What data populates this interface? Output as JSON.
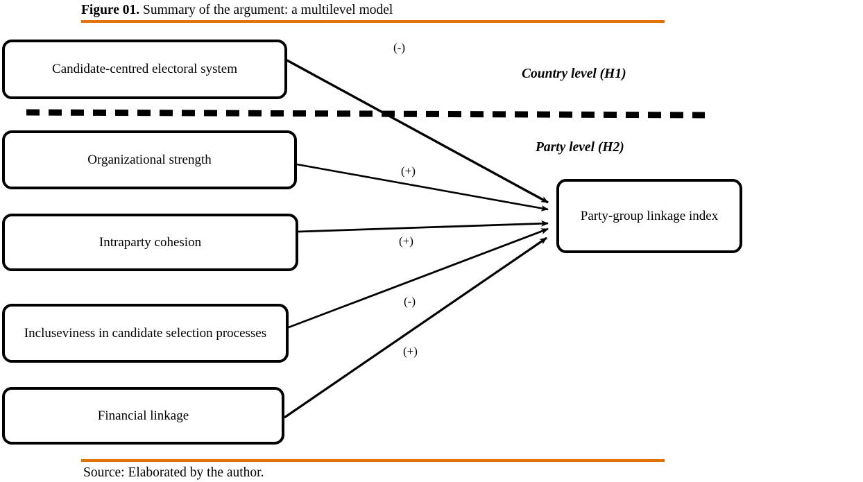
{
  "figure": {
    "caption_label": "Figure 01.",
    "caption_text": " Summary of the argument: a multilevel model",
    "source_note": "Source: Elaborated by the author.",
    "accent_color": "#E2730C",
    "line_color": "#000000",
    "background_color": "#FFFFFF"
  },
  "levels": [
    {
      "id": "country",
      "label": "Country level (H1)"
    },
    {
      "id": "party",
      "label": "Party level (H2)"
    }
  ],
  "divider": {
    "name": "level-divider-dashed-line",
    "style": "dashed"
  },
  "nodes": [
    {
      "id": "candidate",
      "label": "Candidate-centred electoral system",
      "level": "country"
    },
    {
      "id": "orgstr",
      "label": "Organizational strength",
      "level": "party"
    },
    {
      "id": "cohesion",
      "label": "Intraparty cohesion",
      "level": "party"
    },
    {
      "id": "inclusive",
      "label": "Incluseviness in candidate selection processes",
      "level": "party"
    },
    {
      "id": "financial",
      "label": "Financial linkage",
      "level": "party"
    },
    {
      "id": "target",
      "label": "Party-group linkage index",
      "level": "outcome"
    }
  ],
  "edges": [
    {
      "from": "candidate",
      "to": "target",
      "sign": "(-)"
    },
    {
      "from": "orgstr",
      "to": "target",
      "sign": "(+)"
    },
    {
      "from": "cohesion",
      "to": "target",
      "sign": "(+)"
    },
    {
      "from": "inclusive",
      "to": "target",
      "sign": "(-)"
    },
    {
      "from": "financial",
      "to": "target",
      "sign": "(+)"
    }
  ]
}
